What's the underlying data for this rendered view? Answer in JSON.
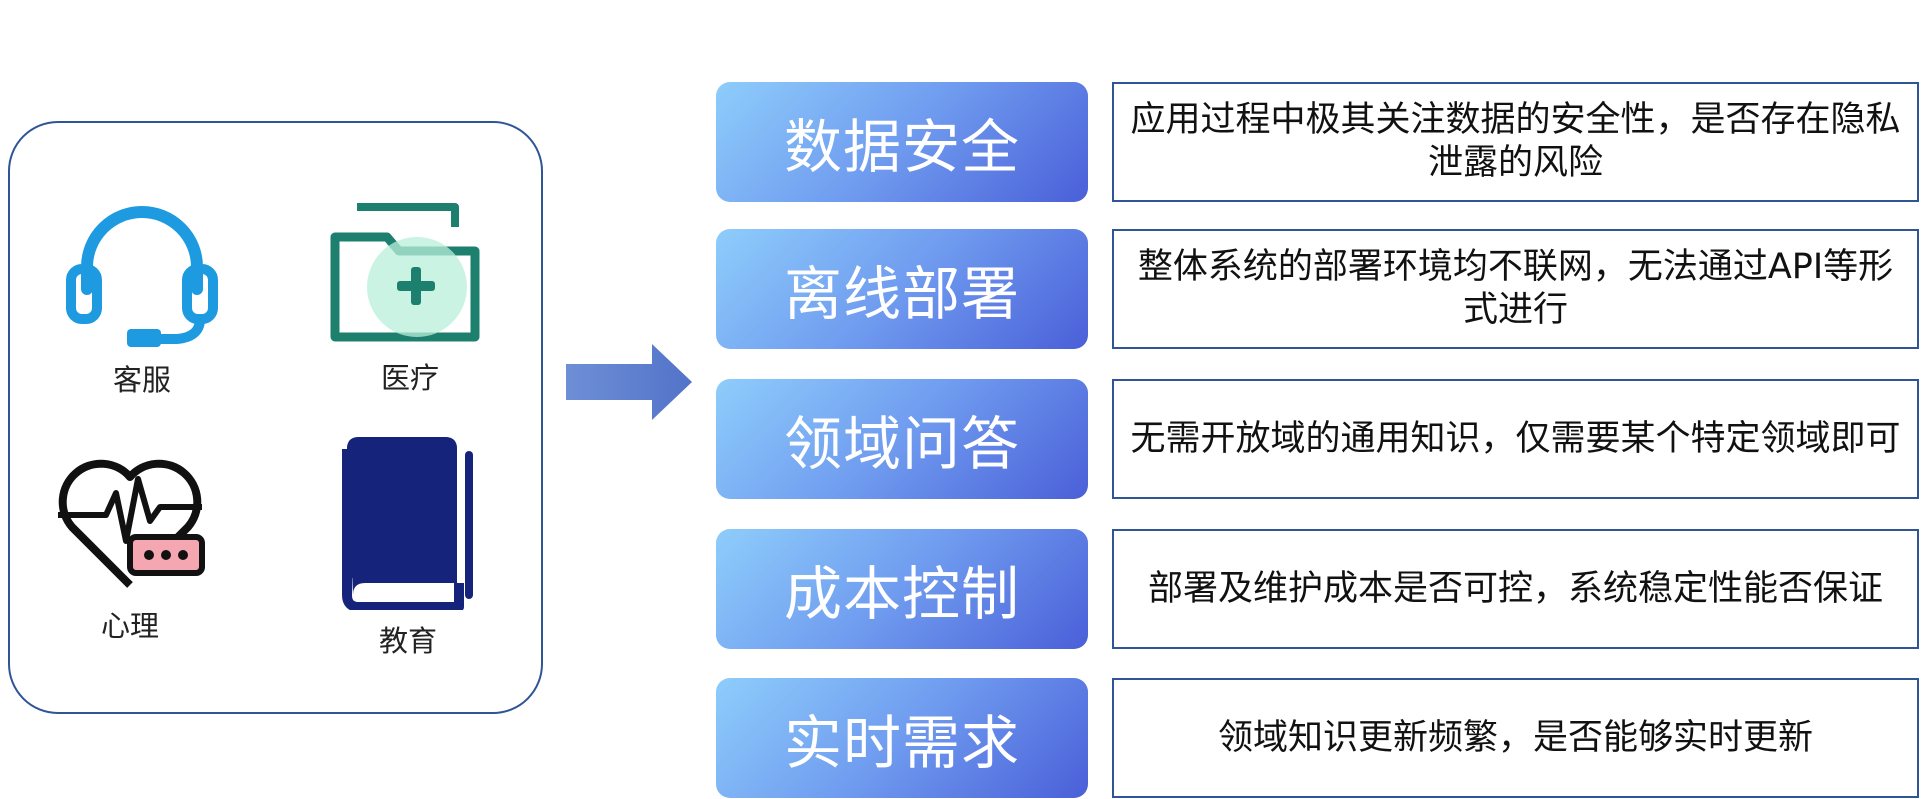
{
  "domains": [
    {
      "label": "客服",
      "icon": "headset-icon"
    },
    {
      "label": "医疗",
      "icon": "medical-folder-icon"
    },
    {
      "label": "心理",
      "icon": "heart-chat-icon"
    },
    {
      "label": "教育",
      "icon": "book-icon"
    }
  ],
  "requirements": [
    {
      "title": "数据安全",
      "description": "应用过程中极其关注数据的安全性，是否存在隐私泄露的风险"
    },
    {
      "title": "离线部署",
      "description": "整体系统的部署环境均不联网，无法通过API等形式进行"
    },
    {
      "title": "领域问答",
      "description": "无需开放域的通用知识，仅需要某个特定领域即可"
    },
    {
      "title": "成本控制",
      "description": "部署及维护成本是否可控，系统稳定性能否保证"
    },
    {
      "title": "实时需求",
      "description": "领域知识更新频繁，是否能够实时更新"
    }
  ],
  "colors": {
    "border": "#2f5597",
    "gradient_start": "#8ecdfb",
    "gradient_end": "#4a5fd8",
    "arrow": "#5a7fcf"
  }
}
